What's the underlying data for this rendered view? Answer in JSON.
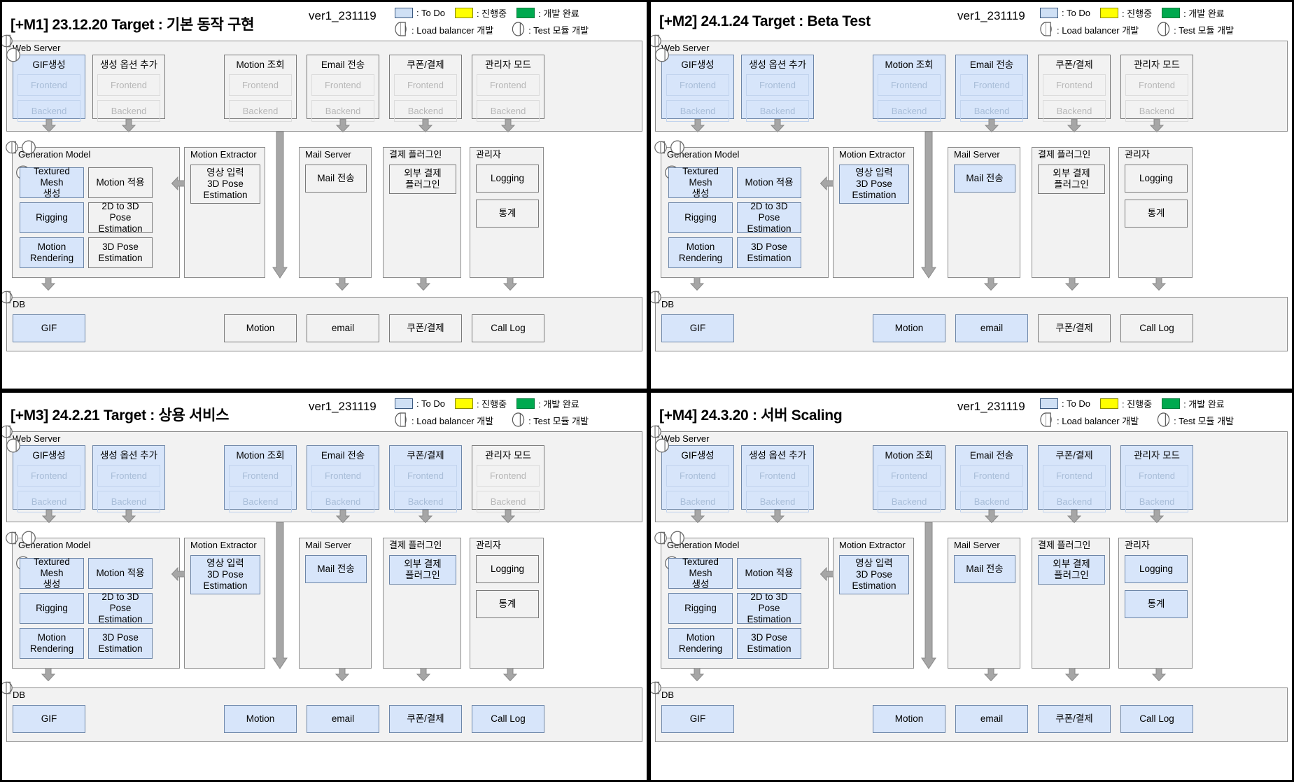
{
  "legend": {
    "items_row1": [
      {
        "swatch": "todo",
        "label": ": To Do",
        "color": "#cfe0f5"
      },
      {
        "swatch": "progress",
        "label": ": 진행중",
        "color": "#ffff00"
      },
      {
        "swatch": "done",
        "label": ": 개발 완료",
        "color": "#00a94f"
      }
    ],
    "items_row2": [
      {
        "icon": "load-balancer-icon",
        "label": ": Load balancer 개발"
      },
      {
        "icon": "test-module-icon",
        "label": ": Test 모듈 개발"
      }
    ]
  },
  "common": {
    "version": "ver1_231119",
    "tiers": {
      "web": "Web Server",
      "mid_gen": "Generation Model",
      "mid_motion": "Motion Extractor",
      "mid_mail": "Mail Server",
      "mid_pay": "결제 플러그인",
      "mid_admin": "관리자",
      "db": "DB"
    },
    "web_cards": [
      {
        "title": "GIF생성",
        "sub": [
          "Frontend",
          "Backend"
        ]
      },
      {
        "title": "생성 옵션 추가",
        "sub": [
          "Frontend",
          "Backend"
        ]
      },
      {
        "title": "Motion 조회",
        "sub": [
          "Frontend",
          "Backend"
        ]
      },
      {
        "title": "Email 전송",
        "sub": [
          "Frontend",
          "Backend"
        ]
      },
      {
        "title": "쿠폰/결제",
        "sub": [
          "Frontend",
          "Backend"
        ]
      },
      {
        "title": "관리자 모드",
        "sub": [
          "Frontend",
          "Backend"
        ]
      }
    ],
    "gen_boxes": [
      [
        "Textured Mesh\n생성",
        "Motion 적용"
      ],
      [
        "Rigging",
        "2D to 3D Pose\nEstimation"
      ],
      [
        "Motion\nRendering",
        "3D Pose\nEstimation"
      ]
    ],
    "gen_boxes_flat": {
      "textured_mesh": "Textured Mesh 생성",
      "motion_apply": "Motion 적용",
      "rigging": "Rigging",
      "pose_2d3d": "2D to 3D Pose Estimation",
      "motion_render": "Motion Rendering",
      "pose_3d": "3D Pose Estimation"
    },
    "motion_extractor_box": "영상 입력\n3D Pose\nEstimation",
    "mail_box": "Mail 전송",
    "pay_box": "외부 결제\n플러그인",
    "admin_boxes": [
      "Logging",
      "통계"
    ],
    "db_boxes": [
      "GIF",
      "Motion",
      "email",
      "쿠폰/결제",
      "Call Log"
    ]
  },
  "panels": [
    {
      "id": "M1",
      "title": "[+M1] 23.12.20 Target : 기본 동작 구현",
      "version": "ver1_231119",
      "highlight": {
        "web": [
          true,
          false,
          false,
          false,
          false,
          false
        ],
        "gen": {
          "textured_mesh": true,
          "motion_apply": false,
          "rigging": true,
          "pose_2d3d": false,
          "motion_render": true,
          "pose_3d": false
        },
        "motion_extractor": false,
        "mail": false,
        "pay": false,
        "admin": [
          false,
          false
        ],
        "db": [
          true,
          false,
          false,
          false,
          false
        ]
      },
      "admin_count": 2
    },
    {
      "id": "M2",
      "title": "[+M2] 24.1.24 Target : Beta Test",
      "version": "ver1_231119",
      "highlight": {
        "web": [
          true,
          true,
          true,
          true,
          false,
          false
        ],
        "gen": {
          "textured_mesh": true,
          "motion_apply": true,
          "rigging": true,
          "pose_2d3d": true,
          "motion_render": true,
          "pose_3d": true
        },
        "motion_extractor": true,
        "mail": true,
        "pay": false,
        "admin": [
          false,
          false
        ],
        "db": [
          true,
          true,
          true,
          false,
          false
        ]
      },
      "admin_count": 2
    },
    {
      "id": "M3",
      "title": "[+M3] 24.2.21 Target : 상용 서비스",
      "version": "ver1_231119",
      "highlight": {
        "web": [
          true,
          true,
          true,
          true,
          true,
          false
        ],
        "gen": {
          "textured_mesh": true,
          "motion_apply": true,
          "rigging": true,
          "pose_2d3d": true,
          "motion_render": true,
          "pose_3d": true
        },
        "motion_extractor": true,
        "mail": true,
        "pay": true,
        "admin": [
          false,
          false
        ],
        "db": [
          true,
          true,
          true,
          true,
          true
        ]
      },
      "admin_count": 2
    },
    {
      "id": "M4",
      "title": "[+M4] 24.3.20 : 서버 Scaling",
      "version": "ver1_231119",
      "highlight": {
        "web": [
          true,
          true,
          true,
          true,
          true,
          true
        ],
        "gen": {
          "textured_mesh": true,
          "motion_apply": true,
          "rigging": true,
          "pose_2d3d": true,
          "motion_render": true,
          "pose_3d": true
        },
        "motion_extractor": true,
        "mail": true,
        "pay": true,
        "admin": [
          true,
          true
        ],
        "db": [
          true,
          true,
          true,
          true,
          true
        ]
      },
      "admin_count": 2
    }
  ]
}
